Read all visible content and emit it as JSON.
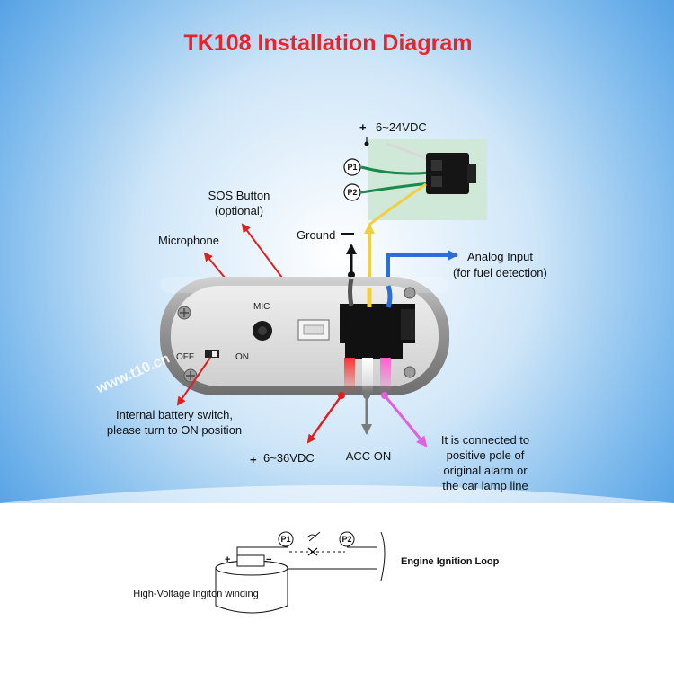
{
  "title": "TK108 Installation Diagram",
  "watermark": "www.t10.cn",
  "labels": {
    "power_top": "6~24VDC",
    "p1": "P1",
    "p2": "P2",
    "sos_line1": "SOS Button",
    "sos_line2": "(optional)",
    "ground": "Ground",
    "microphone": "Microphone",
    "analog_line1": "Analog Input",
    "analog_line2": "(for fuel detection)",
    "mic_marking": "MIC",
    "off_marking": "OFF",
    "on_marking": "ON",
    "battery_line1": "Internal battery switch,",
    "battery_line2": "please turn to ON position",
    "power_bottom": "6~36VDC",
    "acc_on": "ACC ON",
    "alarm_line1": "It is connected to",
    "alarm_line2": "positive pole of",
    "alarm_line3": "original alarm or",
    "alarm_line4": "the car lamp line"
  },
  "ignition": {
    "p1": "P1",
    "p2": "P2",
    "plus": "+",
    "minus": "−",
    "loop_label": "Engine Ignition Loop",
    "winding_label": "High-Voltage Ingiton winding"
  },
  "colors": {
    "title": "#e8232a",
    "arrow_red": "#e02020",
    "arrow_blue": "#2a6fd6",
    "arrow_gray": "#7a7a7a",
    "arrow_pink": "#e060e0",
    "wire_yellow": "#f0d040",
    "wire_green": "#1a8a4a",
    "bg_blue": "#5aa6e6"
  }
}
